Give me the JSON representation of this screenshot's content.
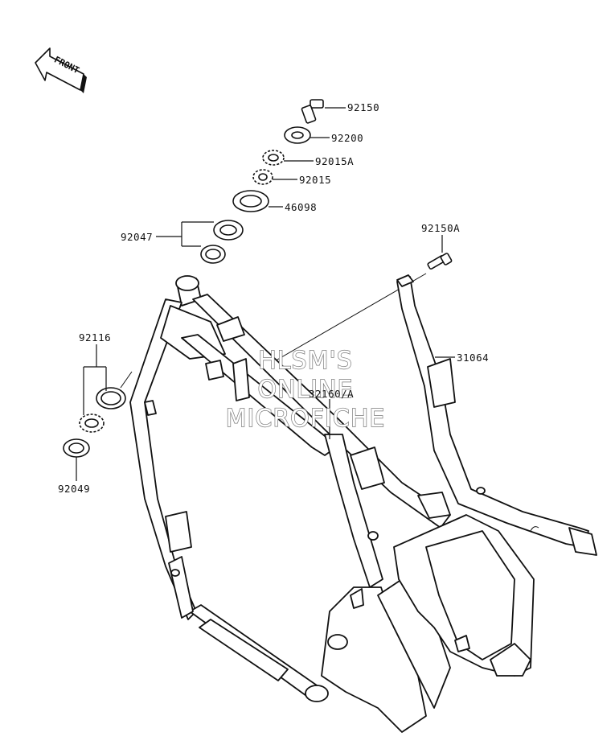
{
  "diagram": {
    "front_indicator": "FRONT",
    "watermark": [
      "HLSM'S",
      "ONLINE",
      "MICROFICHE"
    ],
    "parts": {
      "p92150": "92150",
      "p92200": "92200",
      "p92015A": "92015A",
      "p92015": "92015",
      "p46098": "46098",
      "p92047": "92047",
      "p92150A": "92150A",
      "p31064": "31064",
      "p92116": "92116",
      "p32160A": "32160/A",
      "p92049": "92049"
    }
  }
}
